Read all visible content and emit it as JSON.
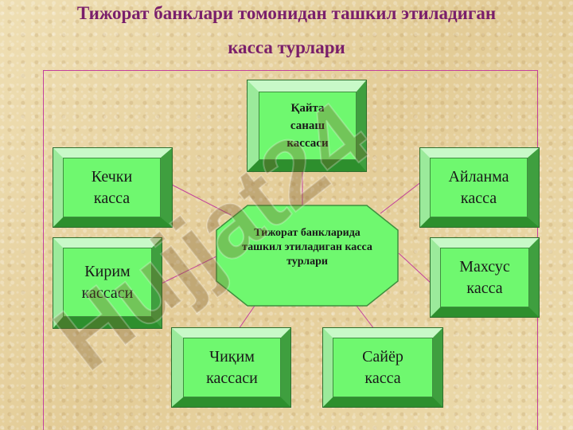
{
  "title": {
    "line1": "Тижорат банклари томонидан ташкил этиладиган",
    "line2": "касса турлари"
  },
  "center": {
    "label": "Тижорат банкларида ташкил этиладиган касса турлари"
  },
  "nodes": {
    "qayta": "Қайта санаш кассаси",
    "kechki": "Кечки касса",
    "aylanma": "Айланма касса",
    "kirim": "Кирим кассаси",
    "mahsus": "Махсус касса",
    "chiqim": "Чиқим кассаси",
    "sayyor": "Сайёр касса"
  },
  "colors": {
    "title": "#7a1f6b",
    "box_fill": "#6ff86f",
    "center_fill": "#6ff86f",
    "connector": "#c2409c"
  },
  "watermark": {
    "text": "Hujjat24"
  }
}
